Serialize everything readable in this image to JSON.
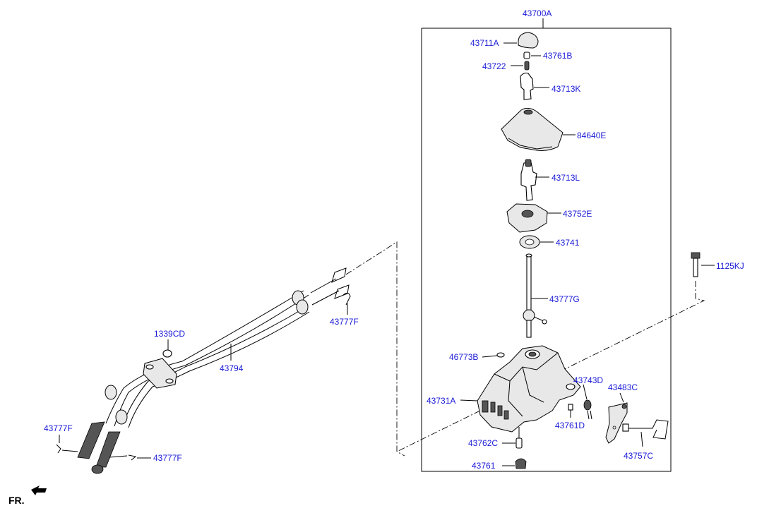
{
  "diagram": {
    "assembly_label": "43700A",
    "direction_label": "FR.",
    "parts": {
      "p43711A": "43711A",
      "p43761B": "43761B",
      "p43722": "43722",
      "p43713K": "43713K",
      "p84640E": "84640E",
      "p43713L": "43713L",
      "p43752E": "43752E",
      "p43741": "43741",
      "p43777G": "43777G",
      "p1125KJ": "1125KJ",
      "p46773B": "46773B",
      "p43743D": "43743D",
      "p43483C": "43483C",
      "p43731A": "43731A",
      "p43761D": "43761D",
      "p43762C": "43762C",
      "p43757C": "43757C",
      "p43761": "43761",
      "p1339CD": "1339CD",
      "p43777F_top": "43777F",
      "p43794": "43794",
      "p43777F_left": "43777F",
      "p43777F_bottom": "43777F"
    },
    "colors": {
      "label": "#1a1ad6",
      "line": "#000000"
    }
  }
}
